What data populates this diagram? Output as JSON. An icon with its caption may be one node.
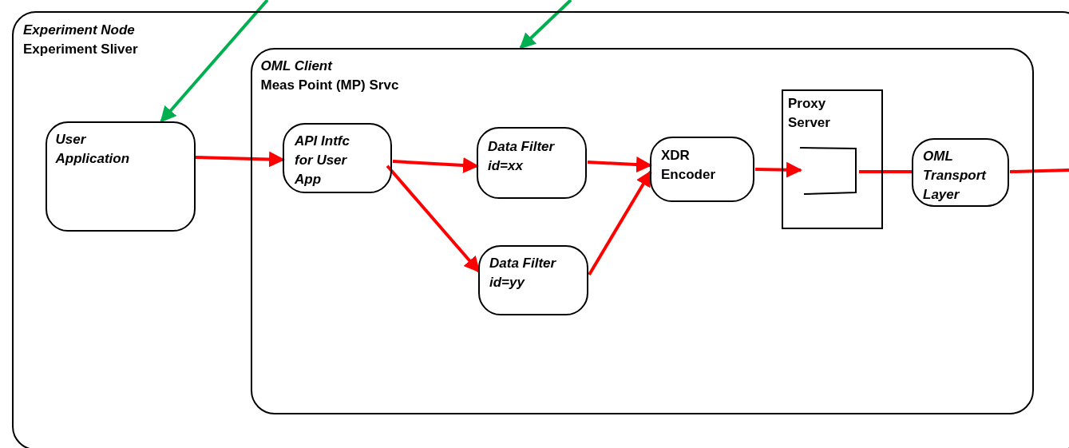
{
  "diagram": {
    "nodes": [
      {
        "text": [
          "Experiment Node",
          "Experiment Sliver"
        ]
      },
      {
        "text": [
          "OML Client",
          "Meas Point (MP) Srvc"
        ],
        "in": 0
      },
      {
        "text": [
          "User Application"
        ],
        "in": 0
      },
      {
        "text": [
          "API Intfc for User App"
        ],
        "in": 1
      },
      {
        "text": [
          "Data Filter id=xx"
        ],
        "in": 1
      },
      {
        "text": [
          "Data Filter id=yy"
        ],
        "in": 1
      },
      {
        "text": [
          "XDR Encoder"
        ],
        "in": 1
      },
      {
        "text": [
          "Proxy Server"
        ],
        "in": 1
      },
      {
        "text": [],
        "shape": "bracket",
        "in": 7
      },
      {
        "text": [
          "OML Transport Layer"
        ],
        "in": 1
      }
    ],
    "edges": [
      {
        "from": null,
        "to": 2,
        "arrow": "to",
        "color": "#00b050"
      },
      {
        "from": null,
        "to": 1,
        "arrow": "to",
        "color": "#00b050"
      },
      {
        "from": 2,
        "to": 3,
        "arrow": "to"
      },
      {
        "from": 3,
        "to": 4,
        "arrow": "to"
      },
      {
        "from": 3,
        "to": 5,
        "arrow": "to"
      },
      {
        "from": 4,
        "to": 6,
        "arrow": "to"
      },
      {
        "from": 5,
        "to": 6,
        "arrow": "to"
      },
      {
        "from": 6,
        "to": 8,
        "arrow": "to"
      },
      {
        "from": 8,
        "to": 9,
        "arrow": "none"
      },
      {
        "from": 9,
        "to": null,
        "arrow": "none"
      }
    ]
  }
}
